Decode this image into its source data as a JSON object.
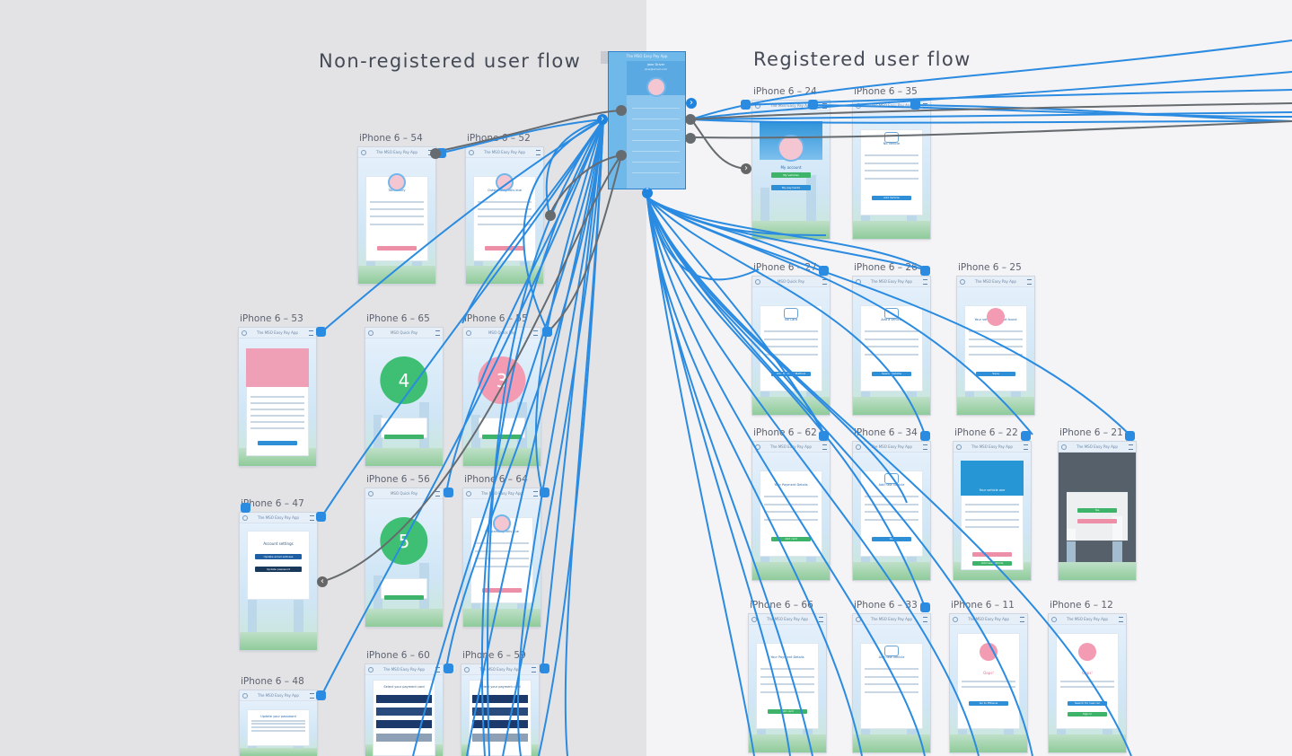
{
  "titles": {
    "non_registered": "Non-registered user flow",
    "registered": "Registered user flow"
  },
  "menu_artboard": {
    "app_title": "The MSO Easy Pay App",
    "user_name": "Jane Driver",
    "user_email": "jane@email.com"
  },
  "artboards": [
    {
      "label": "iPhone 6 – 54",
      "title": "The MSO Easy Pay App",
      "heading": "Toll history"
    },
    {
      "label": "iPhone 6 – 52",
      "title": "The MSO Easy Pay App",
      "heading": "Outstanding Tolls due"
    },
    {
      "label": "iPhone 6 – 53",
      "title": "The MSO Easy Pay App",
      "heading": ""
    },
    {
      "label": "iPhone 6 – 65",
      "title": "MSO Quick Pay",
      "number": "4"
    },
    {
      "label": "iPhone 6 – 55",
      "title": "MSO Quick Pay",
      "number": "3"
    },
    {
      "label": "iPhone 6 – 47",
      "title": "The MSO Easy Pay App",
      "heading": "Account settings",
      "btn1": "Update email address",
      "btn2": "Update password"
    },
    {
      "label": "iPhone 6 – 56",
      "title": "MSO Quick Pay",
      "number": "5"
    },
    {
      "label": "iPhone 6 – 64",
      "title": "The MSO Easy Pay App",
      "heading": "Outstanding Tolls due"
    },
    {
      "label": "iPhone 6 – 48",
      "title": "The MSO Easy Pay App",
      "heading": "Update your password"
    },
    {
      "label": "iPhone 6 – 60",
      "title": "The MSO Easy Pay App",
      "heading": "Select your payment card"
    },
    {
      "label": "iPhone 6 – 59",
      "title": "The MSO Easy Pay App",
      "heading": "Select your payment card"
    },
    {
      "label": "iPhone 6 – 24",
      "title": "The MSO Easy Pay App",
      "heading": "My account",
      "btn1": "My vehicles",
      "btn2": "My payments"
    },
    {
      "label": "iPhone 6 – 35",
      "title": "The MSO Easy Pay App",
      "heading": "No Vehicle",
      "btn1": "Add Vehicle"
    },
    {
      "label": "iPhone 6 – 27",
      "title": "MSO Quick Pay",
      "heading": "No Card",
      "btn1": "Add Payment Method"
    },
    {
      "label": "iPhone 6 – 26",
      "title": "The MSO Easy Pay App",
      "heading": "Add a vehicle",
      "btn1": "Search Vehicle"
    },
    {
      "label": "iPhone 6 – 25",
      "title": "The MSO Easy Pay App",
      "heading": "Your vehicle was not found",
      "btn1": "Save"
    },
    {
      "label": "iPhone 6 – 62",
      "title": "The MSO Easy Pay App",
      "heading": "Your Payment Details",
      "btn1": "Add card"
    },
    {
      "label": "iPhone 6 – 34",
      "title": "The MSO Easy Pay App",
      "heading": "Add new vehicle",
      "btn1": "Yes"
    },
    {
      "label": "iPhone 6 – 22",
      "title": "The MSO Easy Pay App",
      "heading": "Your vehicle one",
      "btn1": "Add new vehicle"
    },
    {
      "label": "iPhone 6 – 21",
      "title": "The MSO Easy Pay App",
      "heading": "",
      "btn1": "Yes"
    },
    {
      "label": "iPhone 6 – 66",
      "title": "The MSO Easy Pay App",
      "heading": "Your Payment Details",
      "btn1": "Add card"
    },
    {
      "label": "iPhone 6 – 33",
      "title": "The MSO Easy Pay App",
      "heading": "Add new vehicle"
    },
    {
      "label": "iPhone 6 – 11",
      "title": "The MSO Easy Pay App",
      "heading": "Oops!",
      "btn1": "Go to Eflow.ie"
    },
    {
      "label": "iPhone 6 – 12",
      "title": "The MSO Easy Pay App",
      "heading": "Oops!",
      "btn1": "Search for new car",
      "btn2": "Sign in"
    }
  ],
  "colors": {
    "wire_blue": "#2a8be1",
    "wire_gray": "#666b70",
    "green_circle": "#3fbf73",
    "pink_circle": "#f29bb2"
  },
  "icons": [
    "chevron-right-icon",
    "chevron-left-icon",
    "chevron-up-icon",
    "avatar-icon",
    "car-icon",
    "visa-card-icon"
  ]
}
